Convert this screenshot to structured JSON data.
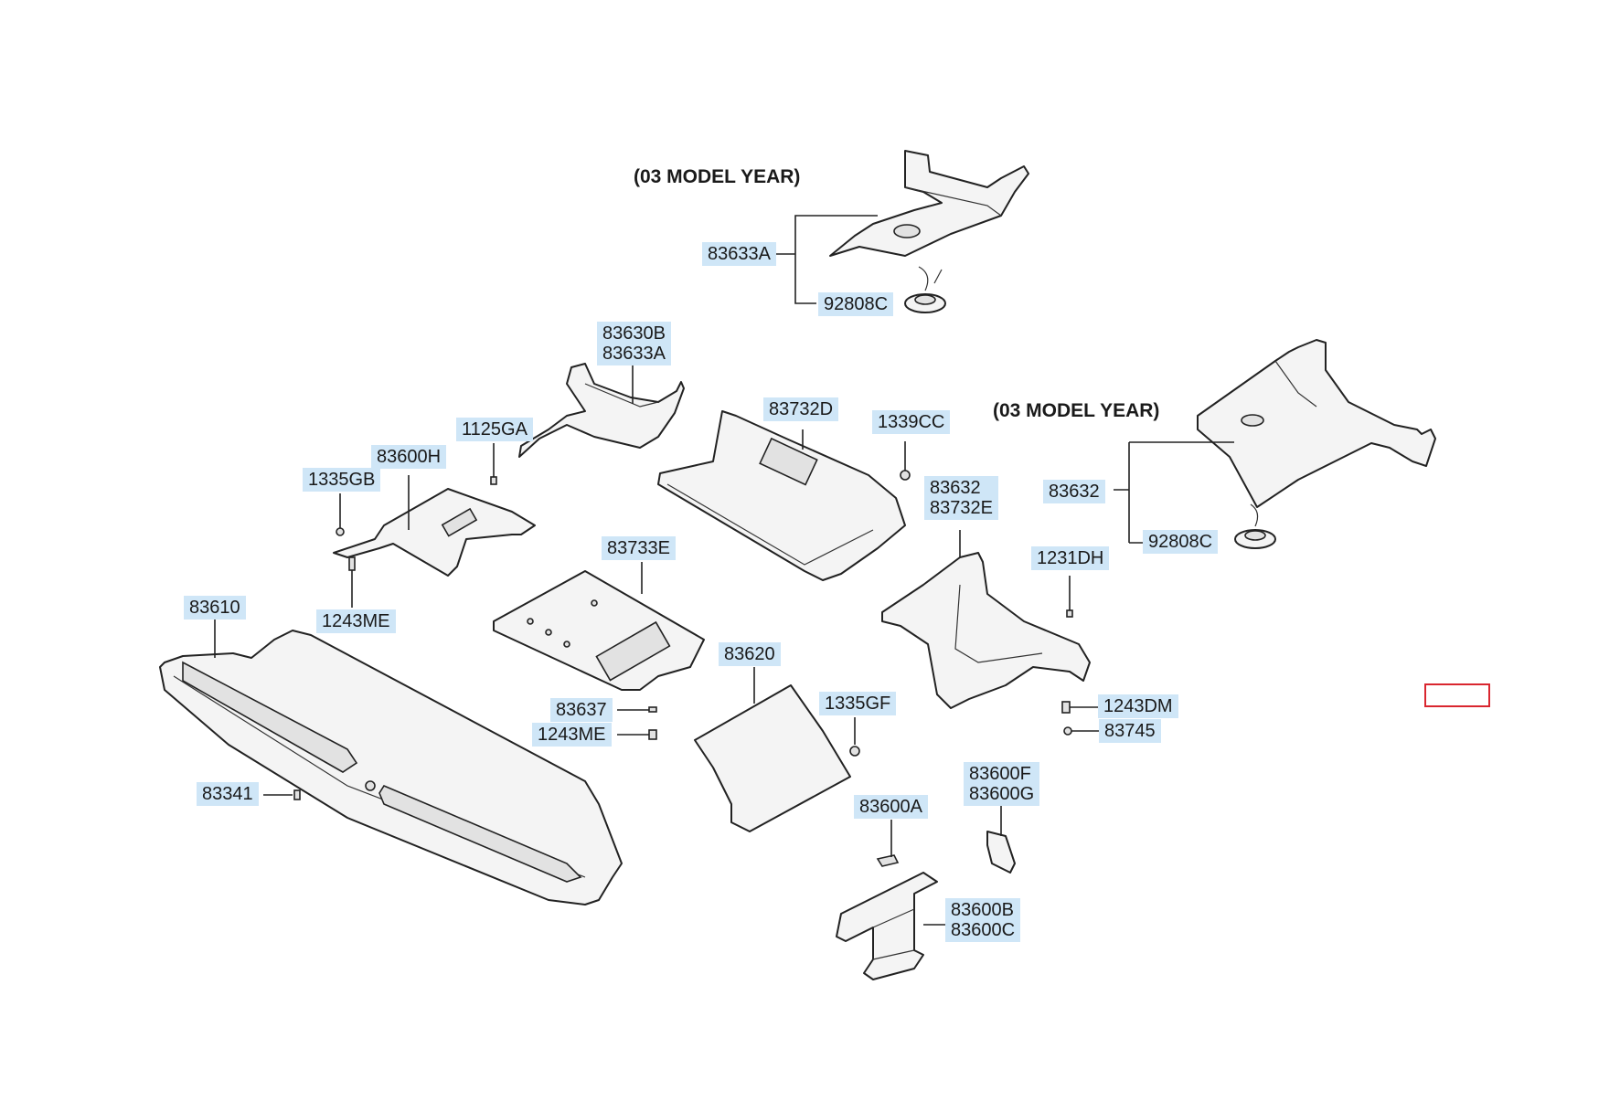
{
  "diagram": {
    "headings": {
      "model_year_top": "(03 MODEL YEAR)",
      "model_year_right": "(03 MODEL YEAR)"
    },
    "callouts": {
      "p83633A_top": "83633A",
      "p92808C_top": "92808C",
      "p83630B_83633A": "83630B\n83633A",
      "p83732D": "83732D",
      "p1339CC": "1339CC",
      "p1125GA": "1125GA",
      "p83600H": "83600H",
      "p1335GB": "1335GB",
      "p83632_83732E": "83632\n83732E",
      "p83632": "83632",
      "p92808C_right": "92808C",
      "p1231DH": "1231DH",
      "p83733E": "83733E",
      "p1243ME_upper": "1243ME",
      "p83610": "83610",
      "p83620": "83620",
      "p1335GF": "1335GF",
      "p83637": "83637",
      "p1243ME_lower": "1243ME",
      "p1243DM": "1243DM",
      "p83745": "83745",
      "p83341": "83341",
      "p83600F_83600G": "83600F\n83600G",
      "p83600A": "83600A",
      "p83600B_83600C": "83600B\n83600C"
    }
  }
}
